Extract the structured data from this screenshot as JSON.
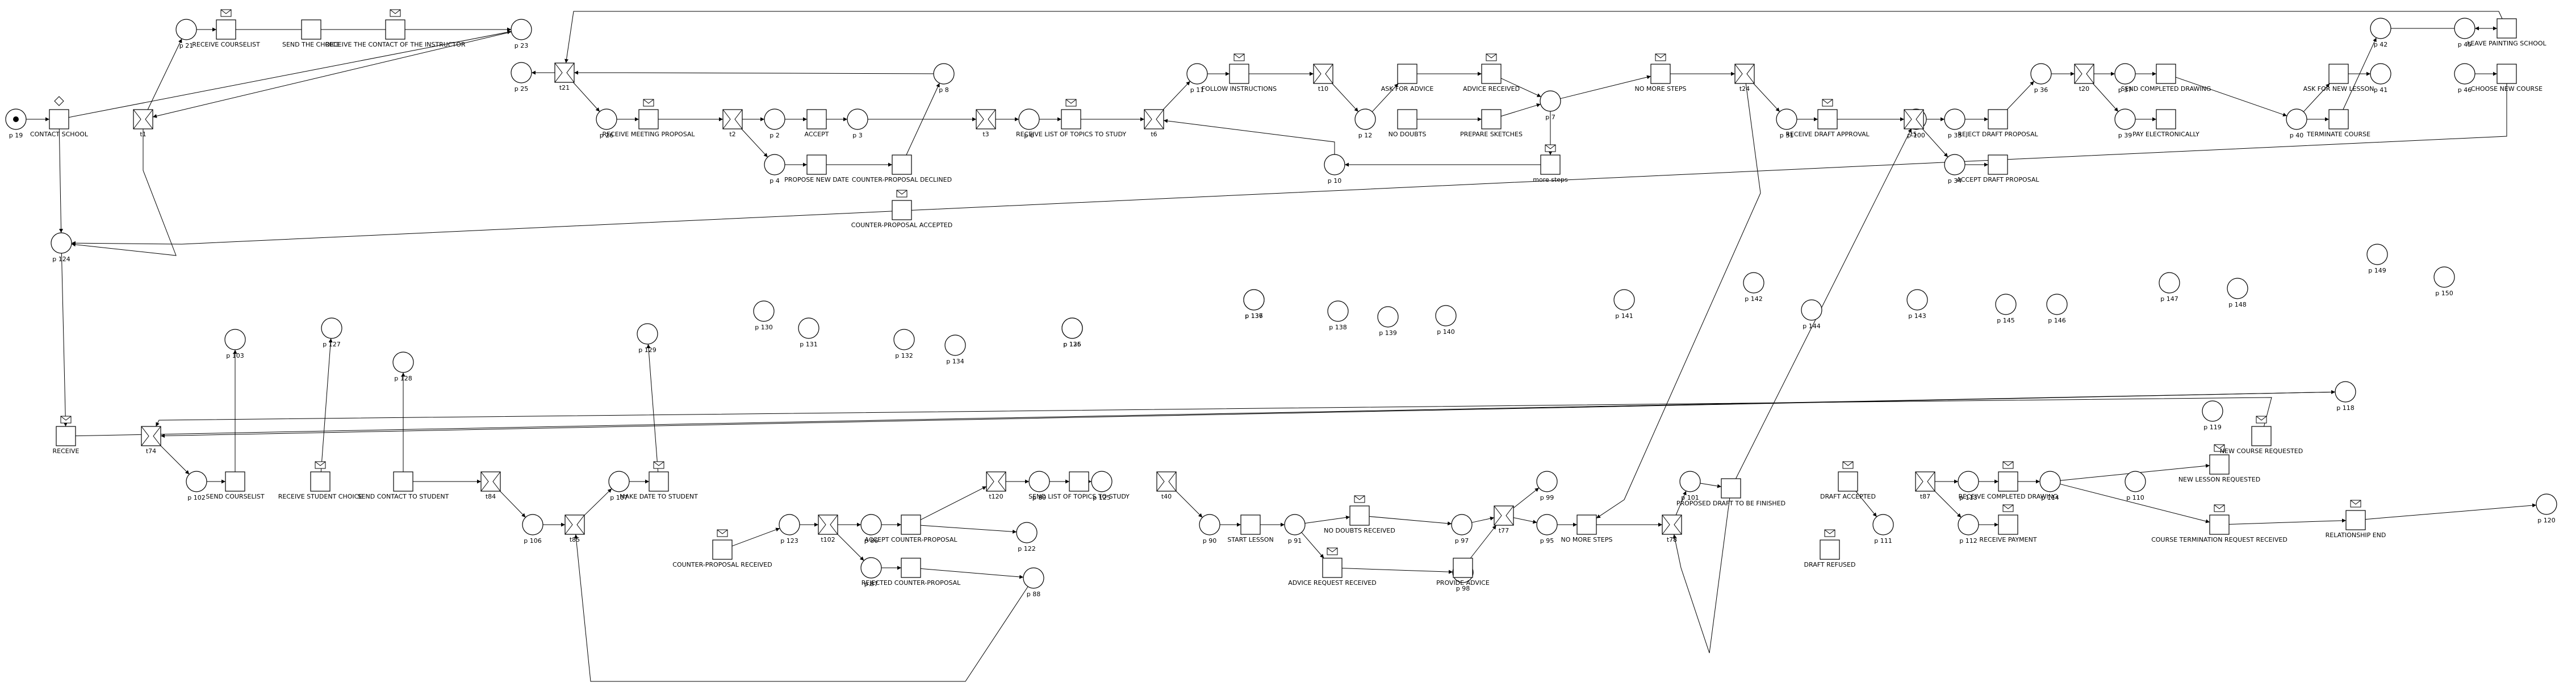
{
  "places": [
    {
      "id": "p19",
      "label": "p 19"
    },
    {
      "id": "p21",
      "label": "p 21"
    },
    {
      "id": "p25",
      "label": "p 25"
    },
    {
      "id": "p26",
      "label": "p 26"
    },
    {
      "id": "p2",
      "label": "p 2"
    },
    {
      "id": "p3",
      "label": "p 3"
    },
    {
      "id": "p4",
      "label": "p 4"
    },
    {
      "id": "p6",
      "label": "p 6"
    },
    {
      "id": "p8",
      "label": "p 8"
    },
    {
      "id": "p11",
      "label": "p 11"
    },
    {
      "id": "p12",
      "label": "p 12"
    },
    {
      "id": "p10",
      "label": "p 10"
    },
    {
      "id": "p7",
      "label": "p 7"
    },
    {
      "id": "p31",
      "label": "p 31"
    },
    {
      "id": "p33",
      "label": "p 33"
    },
    {
      "id": "p34",
      "label": "p 34"
    },
    {
      "id": "p36",
      "label": "p 36"
    },
    {
      "id": "p37",
      "label": "p 37"
    },
    {
      "id": "p39",
      "label": "p 39"
    },
    {
      "id": "p40",
      "label": "p 40"
    },
    {
      "id": "p41",
      "label": "p 41"
    },
    {
      "id": "p42",
      "label": "p 42"
    },
    {
      "id": "p45",
      "label": "p 45"
    },
    {
      "id": "p46",
      "label": "p 46"
    },
    {
      "id": "p124",
      "label": "p 124"
    },
    {
      "id": "p103",
      "label": "p 103"
    },
    {
      "id": "p102",
      "label": "p 102"
    },
    {
      "id": "p106",
      "label": "p 106"
    },
    {
      "id": "p107",
      "label": "p 107"
    },
    {
      "id": "p123",
      "label": "p 123"
    },
    {
      "id": "p86",
      "label": "p 86"
    },
    {
      "id": "p87",
      "label": "p 87"
    },
    {
      "id": "p122",
      "label": "p 122"
    },
    {
      "id": "p88",
      "label": "p 88"
    },
    {
      "id": "p89",
      "label": "p 89"
    },
    {
      "id": "p90",
      "label": "p 90"
    },
    {
      "id": "p91",
      "label": "p 91"
    },
    {
      "id": "p97",
      "label": "p 97"
    },
    {
      "id": "p98",
      "label": "p 98"
    },
    {
      "id": "p95",
      "label": "p 95"
    },
    {
      "id": "p99",
      "label": "p 99"
    },
    {
      "id": "p101",
      "label": "p 101"
    },
    {
      "id": "p111",
      "label": "p 111"
    },
    {
      "id": "p113",
      "label": "p 113"
    },
    {
      "id": "p112",
      "label": "p 112"
    },
    {
      "id": "p114",
      "label": "p 114"
    },
    {
      "id": "p118",
      "label": "p 118"
    },
    {
      "id": "p119",
      "label": "p 119"
    },
    {
      "id": "p120",
      "label": "p 120"
    },
    {
      "id": "p125",
      "label": "p 125"
    },
    {
      "id": "p126",
      "label": "p 126"
    },
    {
      "id": "p127",
      "label": "p 127"
    },
    {
      "id": "p128",
      "label": "p 128"
    },
    {
      "id": "p129",
      "label": "p 129"
    },
    {
      "id": "p130",
      "label": "p 130"
    },
    {
      "id": "p131",
      "label": "p 131"
    },
    {
      "id": "p132",
      "label": "p 132"
    },
    {
      "id": "p134",
      "label": "p 134"
    },
    {
      "id": "p135",
      "label": "p 135"
    },
    {
      "id": "p136",
      "label": "p 136"
    },
    {
      "id": "p137",
      "label": "p 137"
    },
    {
      "id": "p138",
      "label": "p 138"
    },
    {
      "id": "p139",
      "label": "p 139"
    },
    {
      "id": "p140",
      "label": "p 140"
    },
    {
      "id": "p141",
      "label": "p 141"
    },
    {
      "id": "p142",
      "label": "p 142"
    },
    {
      "id": "p143",
      "label": "p 143"
    },
    {
      "id": "p144",
      "label": "p 144"
    },
    {
      "id": "p145",
      "label": "p 145"
    },
    {
      "id": "p146",
      "label": "p 146"
    },
    {
      "id": "p147",
      "label": "p 147"
    },
    {
      "id": "p148",
      "label": "p 148"
    },
    {
      "id": "p149",
      "label": "p 149"
    },
    {
      "id": "p150",
      "label": "p 150"
    },
    {
      "id": "p100",
      "label": "p 100"
    },
    {
      "id": "p110",
      "label": "p 110"
    },
    {
      "id": "p23",
      "label": "p 23"
    }
  ],
  "transitions": [
    {
      "id": "t_contact",
      "label": "CONTACT SCHOOL"
    },
    {
      "id": "t_receive_courselist",
      "label": "RECEIVE COURSELIST"
    },
    {
      "id": "t_send_choice",
      "label": "SEND THE CHOICE"
    },
    {
      "id": "t_receive_contact",
      "label": "RECEIVE THE CONTACT OF THE INSTRUCTOR"
    },
    {
      "id": "t_receive_meeting",
      "label": "RECEIVE MEETING PROPOSAL"
    },
    {
      "id": "t_accept",
      "label": "ACCEPT"
    },
    {
      "id": "t_propose_new",
      "label": "PROPOSE NEW DATE"
    },
    {
      "id": "t_counter_declined",
      "label": "COUNTER-PROPOSAL DECLINED"
    },
    {
      "id": "t_counter_accepted",
      "label": "COUNTER-PROPOSAL ACCEPTED"
    },
    {
      "id": "t_receive_topics",
      "label": "RECEIVE LIST OF TOPICS TO STUDY"
    },
    {
      "id": "t_follow",
      "label": "FOLLOW INSTRUCTIONS"
    },
    {
      "id": "t_ask_advice",
      "label": "ASK FOR ADVICE"
    },
    {
      "id": "t_no_doubts",
      "label": "NO DOUBTS"
    },
    {
      "id": "t_advice_received",
      "label": "ADVICE RECEIVED"
    },
    {
      "id": "t_prepare_sketches",
      "label": "PREPARE SKETCHES"
    },
    {
      "id": "t_more_steps",
      "label": "more steps"
    },
    {
      "id": "t_no_more_steps",
      "label": "NO MORE STEPS"
    },
    {
      "id": "t_receive_draft_approval",
      "label": "RECEIVE DRAFT APPROVAL"
    },
    {
      "id": "t_reject_draft",
      "label": "REJECT DRAFT PROPOSAL"
    },
    {
      "id": "t_accept_draft",
      "label": "ACCEPT DRAFT PROPOSAL"
    },
    {
      "id": "t_send_completed",
      "label": "SEND COMPLETED DRAWING"
    },
    {
      "id": "t_pay_electronically",
      "label": "PAY ELECTRONICALLY"
    },
    {
      "id": "t_ask_new_lesson",
      "label": "ASK FOR NEW LESSON"
    },
    {
      "id": "t_terminate",
      "label": "TERMINATE COURSE"
    },
    {
      "id": "t_leave",
      "label": "LEAVE PAINTING SCHOOL"
    },
    {
      "id": "t_choose_new",
      "label": "CHOOSE NEW COURSE"
    },
    {
      "id": "t_receive",
      "label": "RECEIVE"
    },
    {
      "id": "t_send_courselist",
      "label": "SEND COURSELIST"
    },
    {
      "id": "t_receive_student",
      "label": "RECEIVE STUDENT CHOICE"
    },
    {
      "id": "t_send_contact",
      "label": "SEND CONTACT TO STUDENT"
    },
    {
      "id": "t_make_date",
      "label": "MAKE DATE TO STUDENT"
    },
    {
      "id": "t_counter_received",
      "label": "COUNTER-PROPOSAL RECEIVED"
    },
    {
      "id": "t_accept_counter",
      "label": "ACCEPT COUNTER-PROPOSAL"
    },
    {
      "id": "t_rejected_counter",
      "label": "REJECTED COUNTER-PROPOSAL"
    },
    {
      "id": "t_send_list",
      "label": "SEND LIST OF TOPICS TO STUDY"
    },
    {
      "id": "t_start_lesson",
      "label": "START LESSON"
    },
    {
      "id": "t_advice_request",
      "label": "ADVICE REQUEST RECEIVED"
    },
    {
      "id": "t_no_doubts_received",
      "label": "NO DOUBTS RECEIVED"
    },
    {
      "id": "t_provide_advice",
      "label": "PROVIDE ADVICE"
    },
    {
      "id": "t_no_more_steps2",
      "label": "NO MORE STEPS"
    },
    {
      "id": "t_proposed_draft",
      "label": "PROPOSED DRAFT TO BE FINISHED"
    },
    {
      "id": "t_draft_accepted",
      "label": "DRAFT ACCEPTED"
    },
    {
      "id": "t_draft_refused",
      "label": "DRAFT REFUSED"
    },
    {
      "id": "t_receive_completed",
      "label": "RECEIVE COMPLETED DRAWING"
    },
    {
      "id": "t_receive_payment",
      "label": "RECEIVE PAYMENT"
    },
    {
      "id": "t_new_lesson_req",
      "label": "NEW LESSON REQUESTED"
    },
    {
      "id": "t_new_course_req",
      "label": "NEW COURSE REQUESTED"
    },
    {
      "id": "t_course_term",
      "label": "COURSE TERMINATION REQUEST RECEIVED"
    },
    {
      "id": "t_relationship_end",
      "label": "RELATIONSHIP END"
    }
  ],
  "splits": [
    {
      "id": "t1",
      "label": "t1"
    },
    {
      "id": "t21",
      "label": "t21"
    },
    {
      "id": "t2",
      "label": "t2"
    },
    {
      "id": "t3",
      "label": "t3"
    },
    {
      "id": "t6",
      "label": "t6"
    },
    {
      "id": "t10",
      "label": "t10"
    },
    {
      "id": "t24",
      "label": "t24"
    },
    {
      "id": "t5",
      "label": "t5"
    },
    {
      "id": "t20",
      "label": "t20"
    },
    {
      "id": "t74",
      "label": "t74"
    },
    {
      "id": "t84",
      "label": "t84"
    },
    {
      "id": "t85",
      "label": "t85"
    },
    {
      "id": "t102",
      "label": "t102"
    },
    {
      "id": "t120",
      "label": "t120"
    },
    {
      "id": "t40",
      "label": "t40"
    },
    {
      "id": "t77",
      "label": "t77"
    },
    {
      "id": "t78",
      "label": "t78"
    },
    {
      "id": "t87",
      "label": "t87"
    }
  ]
}
